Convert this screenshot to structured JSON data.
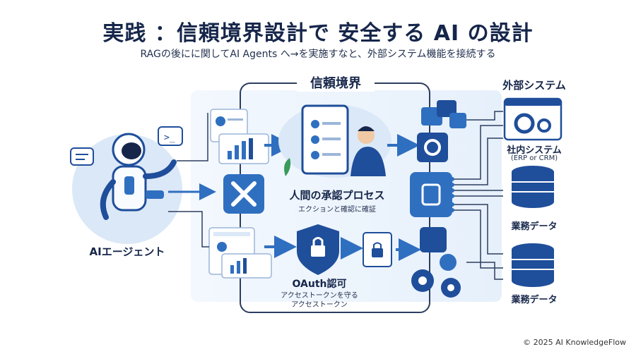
{
  "title": "実践 ：信頼境界設計で 安全する AI の設計",
  "subtitle": "RAGの後にに関してAI Agents へ→を実施すなと、外部システム機能を接続する",
  "trust_boundary": {
    "label": "信頼境界"
  },
  "agent": {
    "label": "AIエージェント"
  },
  "approval": {
    "label": "人間の承認プロセス",
    "sublabel": "エクションと確認に確証"
  },
  "oauth": {
    "label": "OAuth認可",
    "sublabel_1": "アクセストークンを守る",
    "sublabel_2": "アクセストークン"
  },
  "external": {
    "label": "外部システム",
    "items": [
      {
        "label": "社内システム",
        "sublabel": "(ERP or CRM)"
      },
      {
        "label": "業務データ"
      },
      {
        "label": "業務データ"
      }
    ]
  },
  "footer": "© 2025 AI KnowledgeFlow",
  "colors": {
    "dark_blue": "#1f4e9a",
    "mid_blue": "#2f6fc0",
    "light_blue": "#dce9f8",
    "navy": "#16264a"
  }
}
